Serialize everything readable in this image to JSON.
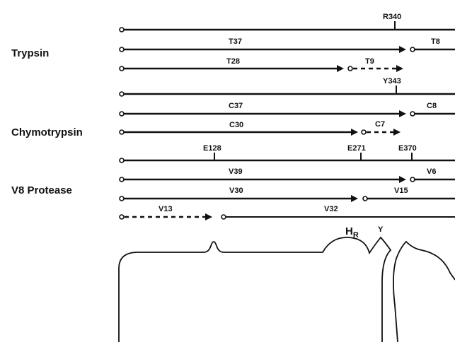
{
  "groups": {
    "trypsin": "Trypsin",
    "chymotrypsin": "Chymotrypsin",
    "v8": "V8 Protease"
  },
  "sites": {
    "r340": "R340",
    "y343": "Y343",
    "e128": "E128",
    "e271": "E271",
    "e370": "E370"
  },
  "fragments": {
    "t37": "T37",
    "t8": "T8",
    "t28": "T28",
    "t9": "T9",
    "c37": "C37",
    "c8": "C8",
    "c30": "C30",
    "c7": "C7",
    "v39": "V39",
    "v6": "V6",
    "v30": "V30",
    "v15": "V15",
    "v13": "V13",
    "v32": "V32"
  },
  "structure": {
    "hr_main": "H",
    "hr_sub": "R",
    "y": "Y"
  }
}
